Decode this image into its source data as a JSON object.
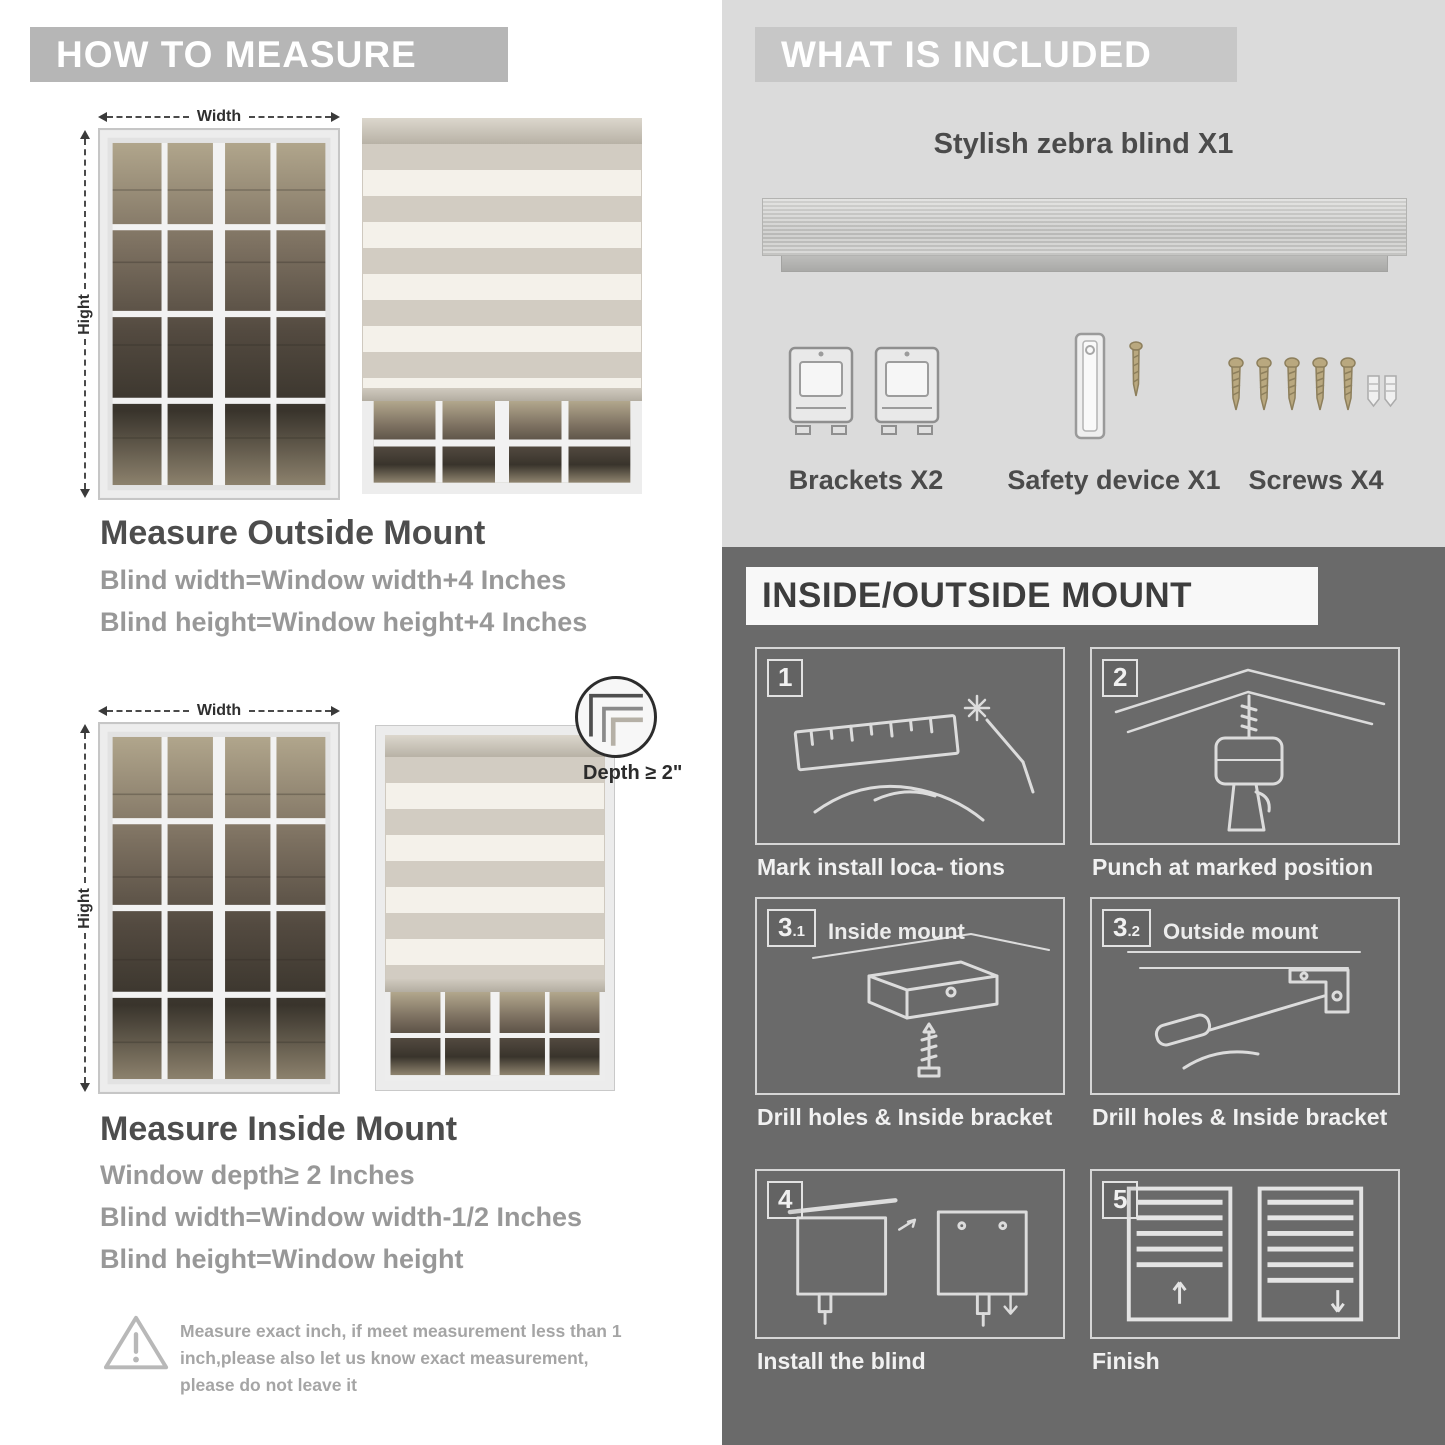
{
  "measure": {
    "header": "HOW TO MEASURE",
    "width_label": "Width",
    "height_label": "Hight",
    "outside": {
      "title": "Measure Outside Mount",
      "lines": [
        "Blind width=Window width+4 Inches",
        "Blind height=Window height+4 Inches"
      ]
    },
    "inside": {
      "title": "Measure Inside Mount",
      "depth_callout": "Depth ≥ 2\"",
      "lines": [
        "Window depth≥ 2 Inches",
        "Blind width=Window width-1/2 Inches",
        "Blind height=Window height"
      ]
    },
    "warning_text": "Measure exact inch, if meet measurement less than 1 inch,please also let us know exact measurement, please do not leave it"
  },
  "included": {
    "header": "WHAT IS INCLUDED",
    "blind_label": "Stylish zebra blind X1",
    "items": [
      {
        "label": "Brackets X2"
      },
      {
        "label": "Safety device X1"
      },
      {
        "label": "Screws X4"
      }
    ]
  },
  "mount": {
    "header": "INSIDE/OUTSIDE MOUNT",
    "steps": [
      {
        "num": "1",
        "caption": "Mark install loca- tions"
      },
      {
        "num": "2",
        "caption": "Punch at marked position"
      },
      {
        "num": "3",
        "sub": ".1",
        "label": "Inside mount",
        "caption": "Drill holes & Inside bracket"
      },
      {
        "num": "3",
        "sub": ".2",
        "label": "Outside mount",
        "caption": "Drill holes & Inside bracket"
      },
      {
        "num": "4",
        "caption": "Install the blind"
      },
      {
        "num": "5",
        "caption": "Finish"
      }
    ]
  },
  "colors": {
    "banner_gray": "#b6b6b6",
    "light_panel": "#dbdbdb",
    "dark_panel": "#6a6a6a"
  }
}
